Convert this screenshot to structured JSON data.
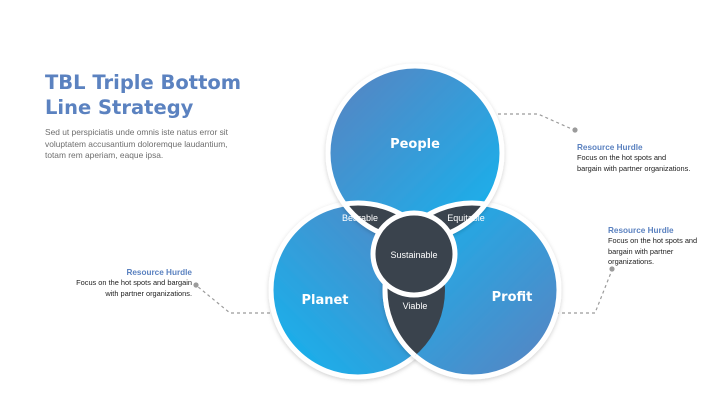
{
  "title": "TBL Triple Bottom Line Strategy",
  "description": "Sed ut perspiciatis unde omnis iste natus error sit voluptatem accusantium doloremque laudantium, totam rem aperiam, eaque ipsa.",
  "circles": {
    "people": "People",
    "planet": "Planet",
    "profit": "Profit"
  },
  "overlaps": {
    "bearable": "Bearable",
    "equitable": "Equitable",
    "viable": "Viable",
    "sustainable": "Sustainable"
  },
  "callouts": {
    "left": {
      "heading": "Resource Hurdle",
      "body": "Focus on the hot spots and bargain with partner organizations."
    },
    "right_top": {
      "heading": "Resource Hurdle",
      "body": "Focus on the hot spots and bargain with partner organizations."
    },
    "right_mid": {
      "heading": "Resource Hurdle",
      "body": "Focus on the hot spots and bargain with partner organizations."
    }
  },
  "colors": {
    "title": "#5b82c0",
    "circle_start": "#5b82c0",
    "circle_end": "#12b5f0",
    "overlap": "#3a434d"
  }
}
